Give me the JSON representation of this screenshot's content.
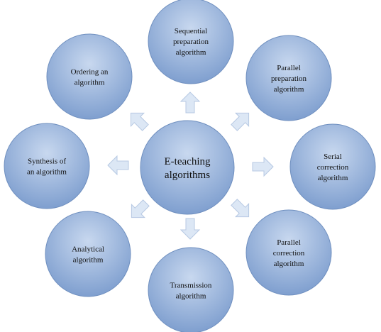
{
  "center": {
    "lines": [
      "E-teaching",
      "algorithms"
    ]
  },
  "nodes": [
    {
      "id": "sequential-preparation",
      "lines": [
        "Sequential",
        "preparation",
        "algorithm"
      ]
    },
    {
      "id": "parallel-preparation",
      "lines": [
        "Parallel",
        "preparation",
        "algorithm"
      ]
    },
    {
      "id": "serial-correction",
      "lines": [
        "Serial",
        "correction",
        "algorithm"
      ]
    },
    {
      "id": "parallel-correction",
      "lines": [
        "Parallel",
        "correction",
        "algorithm"
      ]
    },
    {
      "id": "transmission",
      "lines": [
        "Transmission",
        "algorithm"
      ]
    },
    {
      "id": "analytical",
      "lines": [
        "Analytical",
        "algorithm"
      ]
    },
    {
      "id": "synthesis",
      "lines": [
        "Synthesis of",
        "an algorithm"
      ]
    },
    {
      "id": "ordering",
      "lines": [
        "Ordering an",
        "algorithm"
      ]
    }
  ],
  "colors": {
    "circle_fill_light": "#c8d8ef",
    "circle_fill_dark": "#7f9fcf",
    "circle_stroke": "#6f8fbf",
    "arrow_fill": "#dce7f5",
    "arrow_stroke": "#b7c9e3"
  }
}
